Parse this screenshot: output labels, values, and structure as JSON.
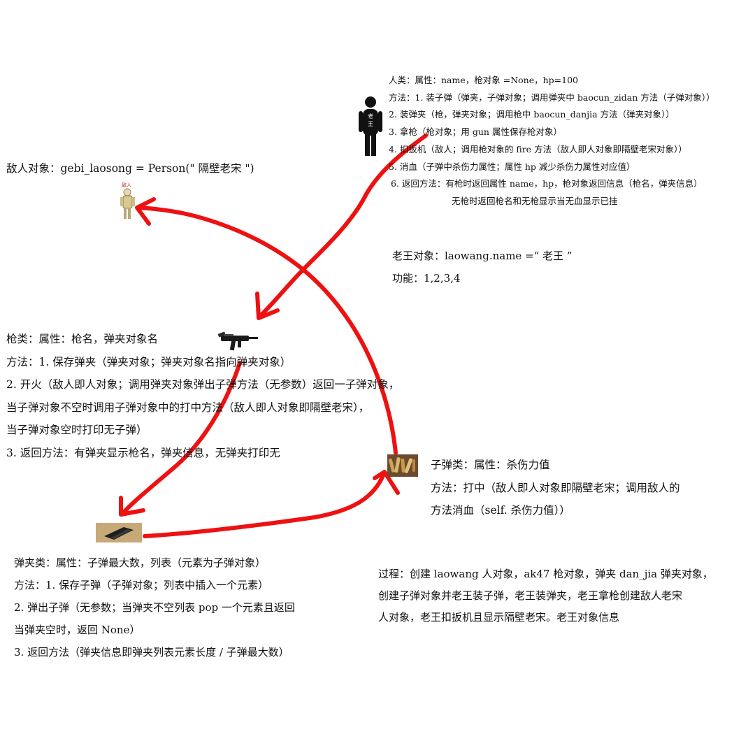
{
  "person_class": {
    "lines": [
      "人类：属性：name，枪对象 =None，hp=100",
      "方法：1. 装子弹（弹夹，子弹对象；调用弹夹中 baocun_zidan 方法（子弹对象））",
      "2. 装弹夹（枪，弹夹对象；调用枪中 baocun_danjia 方法（弹夹对象））",
      "3. 拿枪（枪对象；用 gun 属性保存枪对象）",
      "4. 扣扳机（敌人；调用枪对象的 fire 方法（敌人即人对象即隔壁老宋对象））",
      "5. 消血（子弹中杀伤力属性；属性 hp 减少杀伤力属性对应值）",
      "6. 返回方法：有枪时返回属性 name，hp，枪对象返回信息（枪名，弹夹信息）",
      "无枪时返回枪名和无枪显示当无血显示已挂"
    ],
    "figure_chars": [
      "老",
      "王"
    ]
  },
  "enemy": {
    "label": "敌人对象：gebi_laosong = Person(\" 隔壁老宋 \")",
    "figure_caption": "敌人"
  },
  "laowang": {
    "object_line": "老王对象：laowang.name =“ 老王 ”",
    "function_line": "功能：1,2,3,4"
  },
  "gun_class": {
    "lines": [
      "枪类：属性：枪名，弹夹对象名",
      "方法：1. 保存弹夹（弹夹对象；弹夹对象名指向弹夹对象）",
      "2. 开火（敌人即人对象；调用弹夹对象弹出子弹方法（无参数）返回一子弹对象，",
      "当子弹对象不空时调用子弹对象中的打中方法（敌人即人对象即隔壁老宋），",
      "当子弹对象空时打印无子弹）",
      "3. 返回方法：有弹夹显示枪名，弹夹信息，无弹夹打印无"
    ]
  },
  "bullet_class": {
    "lines": [
      "子弹类：属性：杀伤力值",
      "方法：打中（敌人即人对象即隔壁老宋；调用敌人的",
      "方法消血（self. 杀伤力值））"
    ]
  },
  "magazine_class": {
    "lines": [
      "弹夹类：属性：子弹最大数，列表（元素为子弹对象）",
      "方法：1. 保存子弹（子弹对象；列表中插入一个元素）",
      "2. 弹出子弹（无参数；当弹夹不空列表 pop 一个元素且返回",
      "当弹夹空时，返回 None）",
      "3. 返回方法（弹夹信息即弹夹列表元素长度 / 子弹最大数）"
    ]
  },
  "process": {
    "lines": [
      "过程：创建 laowang 人对象，ak47 枪对象，弹夹 dan_jia 弹夹对象，",
      "创建子弹对象并老王装子弹，老王装弹夹，老王拿枪创建敌人老宋",
      "人对象，老王扣扳机且显示隔壁老宋。老王对象信息"
    ]
  },
  "icons": {
    "person": "person-figure-icon",
    "enemy": "enemy-figure-icon",
    "gun": "submachine-gun-icon",
    "bullets": "bullets-icon",
    "magazine": "magazine-icon"
  },
  "colors": {
    "arrow": "#ee1111",
    "text": "#111111",
    "background": "#ffffff"
  }
}
